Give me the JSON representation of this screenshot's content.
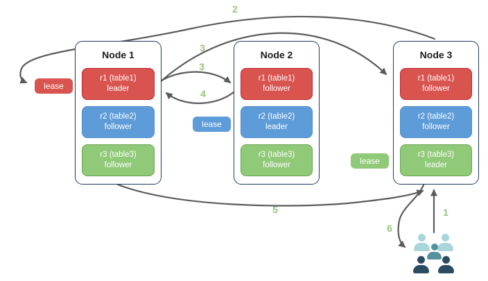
{
  "nodes": [
    {
      "title": "Node 1",
      "replicas": [
        {
          "name": "r1 (table1)",
          "role": "leader",
          "color": "#d9534f"
        },
        {
          "name": "r2 (table2)",
          "role": "follower",
          "color": "#5d9cd8"
        },
        {
          "name": "r3 (table3)",
          "role": "follower",
          "color": "#90c978"
        }
      ]
    },
    {
      "title": "Node 2",
      "replicas": [
        {
          "name": "r1 (table1)",
          "role": "follower",
          "color": "#d9534f"
        },
        {
          "name": "r2 (table2)",
          "role": "leader",
          "color": "#5d9cd8"
        },
        {
          "name": "r3 (table3)",
          "role": "follower",
          "color": "#90c978"
        }
      ]
    },
    {
      "title": "Node 3",
      "replicas": [
        {
          "name": "r1 (table1)",
          "role": "follower",
          "color": "#d9534f"
        },
        {
          "name": "r2 (table2)",
          "role": "follower",
          "color": "#5d9cd8"
        },
        {
          "name": "r3 (table3)",
          "role": "leader",
          "color": "#90c978"
        }
      ]
    }
  ],
  "leases": [
    {
      "label": "lease",
      "color": "#d9534f"
    },
    {
      "label": "lease",
      "color": "#5d9cd8"
    },
    {
      "label": "lease",
      "color": "#90c978"
    }
  ],
  "steps": {
    "s1": "1",
    "s2": "2",
    "s3a": "3",
    "s3b": "3",
    "s4": "4",
    "s5": "5",
    "s6": "6"
  },
  "icons": {
    "users_group": "users-group-icon"
  },
  "colors": {
    "arrow": "#5a5a5a",
    "step_label": "#93c47d",
    "node_border": "#1e3a5f",
    "red_fill": "#d9534f",
    "red_border": "#c2272d",
    "blue_fill": "#5d9cd8",
    "blue_border": "#4c8cc9",
    "green_fill": "#90c978",
    "green_border": "#67a552",
    "people_light": "#a9d6da",
    "people_medium": "#54919e",
    "people_dark": "#2b4c60"
  }
}
